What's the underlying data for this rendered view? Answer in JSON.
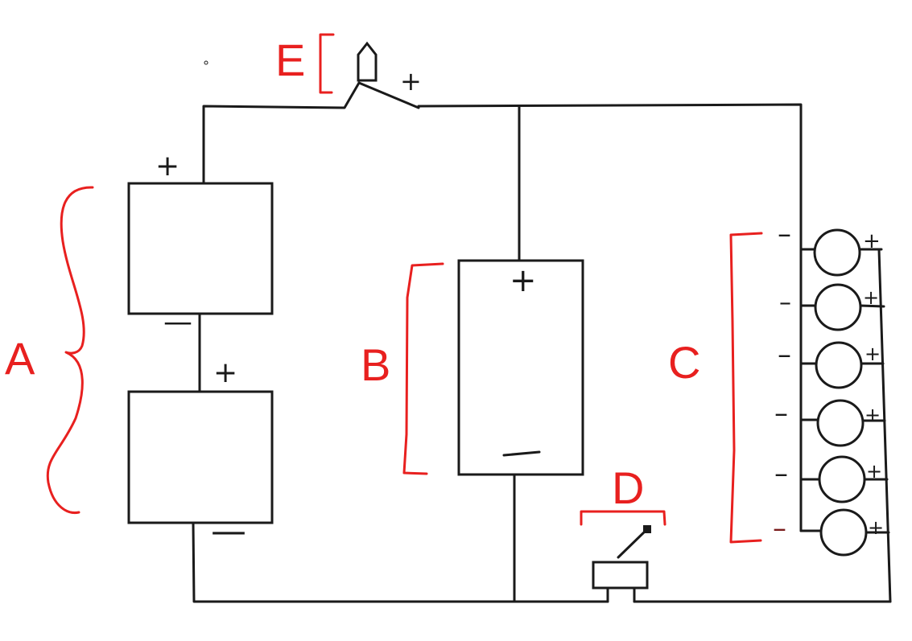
{
  "labels": {
    "A": "A",
    "B": "B",
    "C": "C",
    "D": "D",
    "E": "E"
  },
  "signs": {
    "plus": "+",
    "minus": "—",
    "minus_short": "–"
  },
  "colors": {
    "wire": "#1a1a1a",
    "annotation": "#e8201f"
  }
}
